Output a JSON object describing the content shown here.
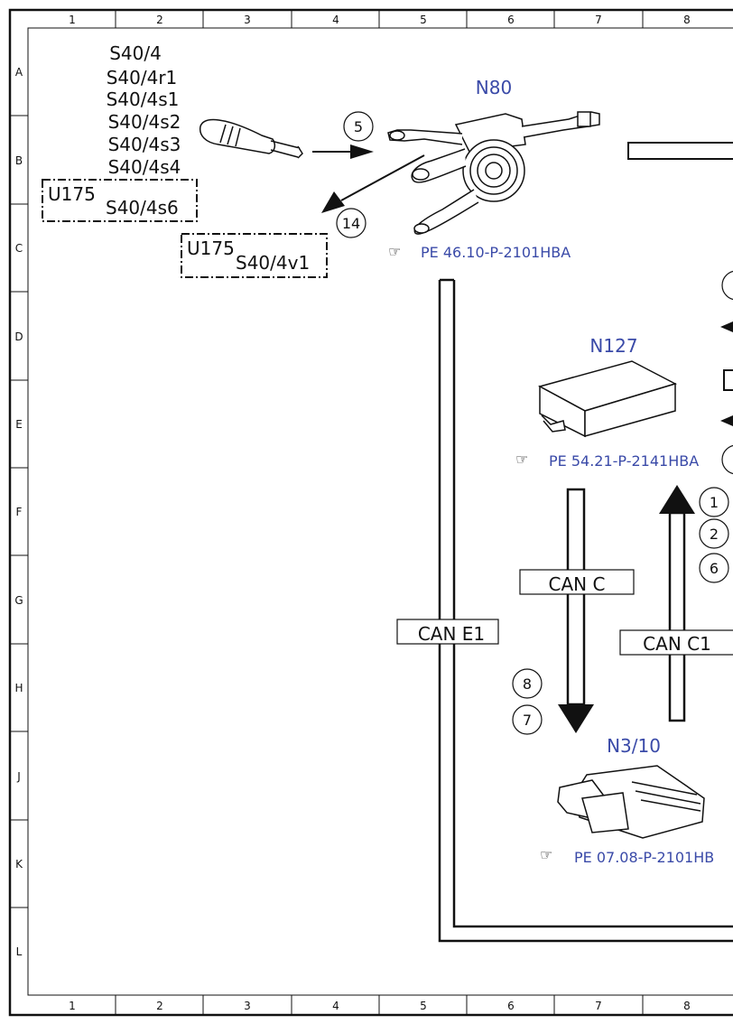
{
  "grid": {
    "columns": [
      "1",
      "2",
      "3",
      "4",
      "5",
      "6",
      "7",
      "8"
    ],
    "rows": [
      "A",
      "B",
      "C",
      "D",
      "E",
      "F",
      "G",
      "H",
      "J",
      "K",
      "L"
    ]
  },
  "switch_labels": [
    "S40/4",
    "S40/4r1",
    "S40/4s1",
    "S40/4s2",
    "S40/4s3",
    "S40/4s4"
  ],
  "u175_box1": {
    "tag": "U175",
    "label": "S40/4s6"
  },
  "u175_box2": {
    "tag": "U175",
    "label": "S40/4v1"
  },
  "components": {
    "n80": {
      "name": "N80",
      "ref": "PE 46.10-P-2101HBA"
    },
    "n127": {
      "name": "N127",
      "ref": "PE 54.21-P-2141HBA"
    },
    "n3_10": {
      "name": "N3/10",
      "ref": "PE 07.08-P-2101HB"
    }
  },
  "buses": {
    "can_c": "CAN C",
    "can_c1": "CAN C1",
    "can_e1": "CAN E1"
  },
  "markers": {
    "m5": "5",
    "m14": "14",
    "m1": "1",
    "m2": "2",
    "m6": "6",
    "m8": "8",
    "m7": "7"
  },
  "colors": {
    "component_label": "#3a4aa8",
    "line": "#111111"
  }
}
